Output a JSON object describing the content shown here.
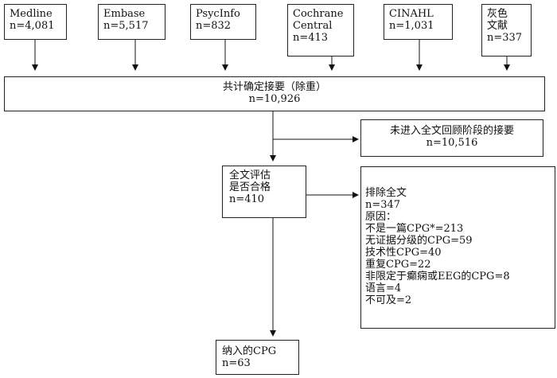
{
  "sources": [
    {
      "name": "Medline",
      "count": "n=4,081"
    },
    {
      "name": "Embase",
      "count": "n=5,517"
    },
    {
      "name": "PsycInfo",
      "count": "n=832"
    },
    {
      "name": "Cochrane Central",
      "line1": "Cochrane",
      "line2": "Central",
      "count": "n=413"
    },
    {
      "name": "CINAHL",
      "count": "n=1,031"
    },
    {
      "name": "灰色文献",
      "line1": "灰色",
      "line2": "文献",
      "count": "n=337"
    }
  ],
  "total": {
    "label": "共计确定接要（除重）",
    "count": "n=10,926"
  },
  "not_reviewed": {
    "label": "未进入全文回顾阶段的接要",
    "count": "n=10,516"
  },
  "fulltext": {
    "line1": "全文评估",
    "line2": "是否合格",
    "count": "n=410"
  },
  "excluded": {
    "title": "排除全文",
    "count": "n=347",
    "reasons_label": "原因：",
    "reasons": [
      "不是一篇CPG*=213",
      "无证据分级的CPG=59",
      "技术性CPG=40",
      "重复CPG=22",
      "非限定于癫痫或EEG的CPG=8",
      "语言=4",
      "不可及=2"
    ]
  },
  "included": {
    "label": "纳入的CPG",
    "count": "n=63"
  }
}
